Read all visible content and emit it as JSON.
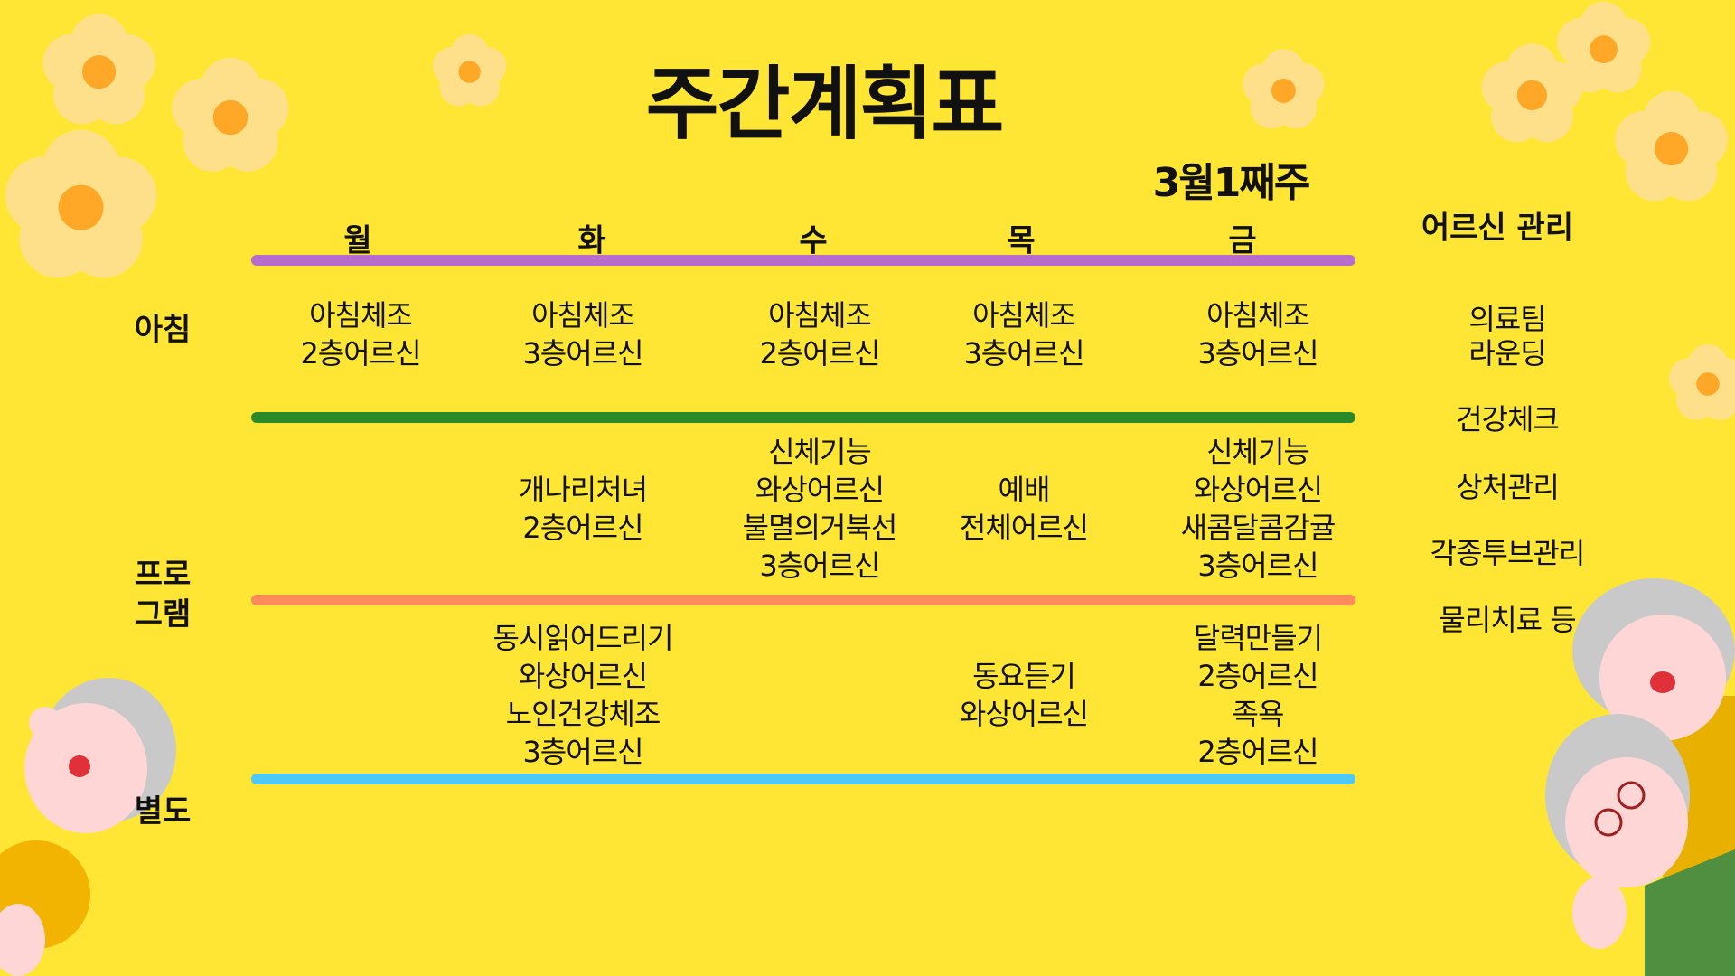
{
  "title": "주간계획표",
  "week": "3월1째주",
  "days": [
    "월",
    "화",
    "수",
    "목",
    "금"
  ],
  "row_labels": {
    "morning": "아침",
    "program": "프로\n그램",
    "extra": "별도"
  },
  "rows": {
    "morning": [
      "아침체조\n2층어르신",
      "아침체조\n3층어르신",
      "아침체조\n2층어르신",
      "아침체조\n3층어르신",
      "아침체조\n3층어르신"
    ],
    "program": [
      "",
      "개나리처녀\n2층어르신",
      "신체기능\n와상어르신\n불멸의거북선\n3층어르신",
      "예배\n전체어르신",
      "신체기능\n와상어르신\n새콤달콤감귤\n3층어르신"
    ],
    "extra": [
      "",
      "동시읽어드리기\n와상어르신\n노인건강체조\n3층어르신",
      "",
      "동요듣기\n와상어르신",
      "달력만들기\n2층어르신\n족욕\n2층어르신"
    ]
  },
  "care": {
    "heading": "어르신 관리",
    "items": [
      "의료팀\n라운딩",
      "건강체크",
      "상처관리",
      "각종투브관리",
      "물리치료 등"
    ]
  },
  "colors": {
    "bg": "#ffe635",
    "purple": "#b86ccc",
    "green": "#2a8a2a",
    "orange": "#ff8a5c",
    "blue": "#4ec8f5"
  }
}
